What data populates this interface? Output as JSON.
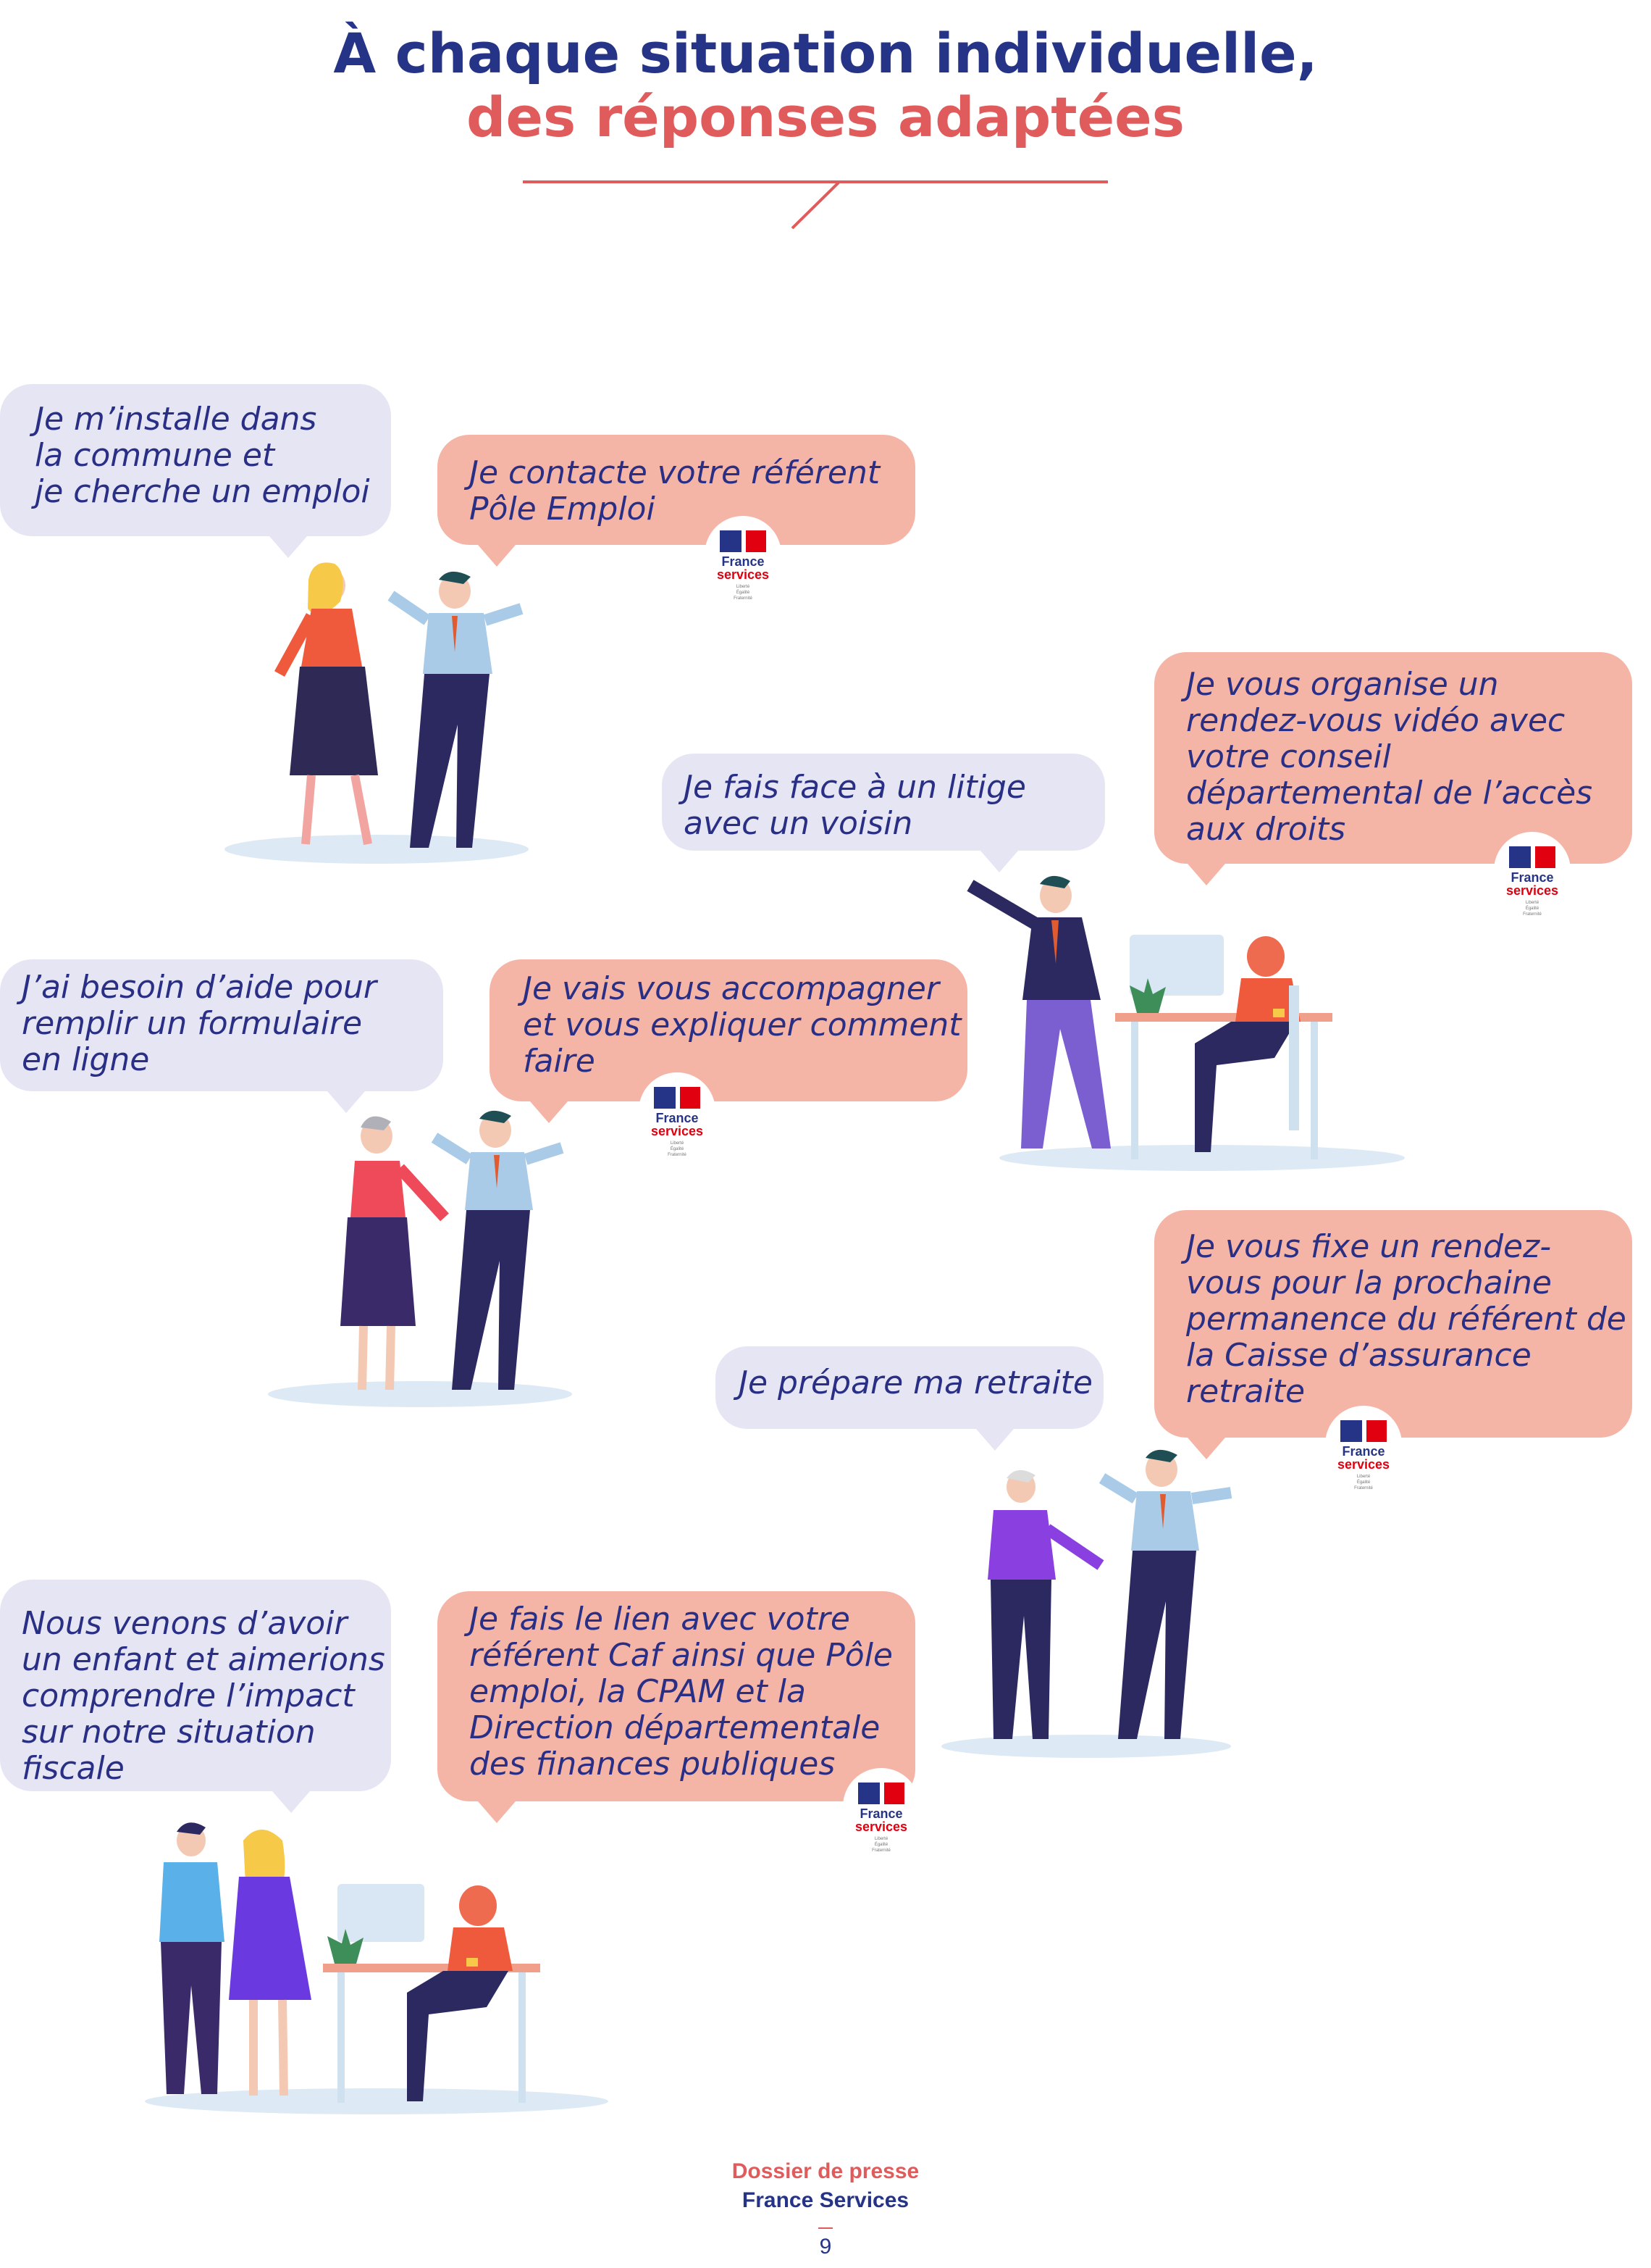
{
  "header": {
    "title_line1": "À chaque situation individuelle,",
    "title_line2": "des réponses adaptées"
  },
  "scenarios": [
    {
      "client": "Je m’installe dans\nla commune et\nje cherche un emploi",
      "agent": "Je contacte votre référent\nPôle Emploi"
    },
    {
      "client": "Je fais face à un litige\navec un voisin",
      "agent": "Je vous organise un\nrendez-vous vidéo avec\nvotre conseil\ndépartemental de l’accès\naux droits"
    },
    {
      "client": "J’ai besoin d’aide pour\nremplir un formulaire\nen ligne",
      "agent": "Je vais vous accompagner\net vous expliquer comment\nfaire"
    },
    {
      "client": "Je prépare ma retraite",
      "agent": "Je vous fixe un rendez-\nvous pour la prochaine\npermanence du référent de\nla Caisse d’assurance\nretraite"
    },
    {
      "client": "Nous venons d’avoir\nun enfant et aimerions\ncomprendre l’impact\nsur notre situation\nfiscale",
      "agent": "Je fais le lien avec votre\nréférent Caf ainsi que Pôle\nemploi, la CPAM et la\nDirection départementale\ndes finances publiques"
    }
  ],
  "logo": {
    "line1": "France",
    "line2": "services",
    "motto": "Liberté\nÉgalité\nFraternité"
  },
  "footer": {
    "line1": "Dossier de presse",
    "line2": "France Services",
    "page": "9"
  },
  "colors": {
    "navy": "#253487",
    "coral": "#e05b5b",
    "client_bubble": "#e6e5f4",
    "agent_bubble": "#f5b5a6"
  }
}
